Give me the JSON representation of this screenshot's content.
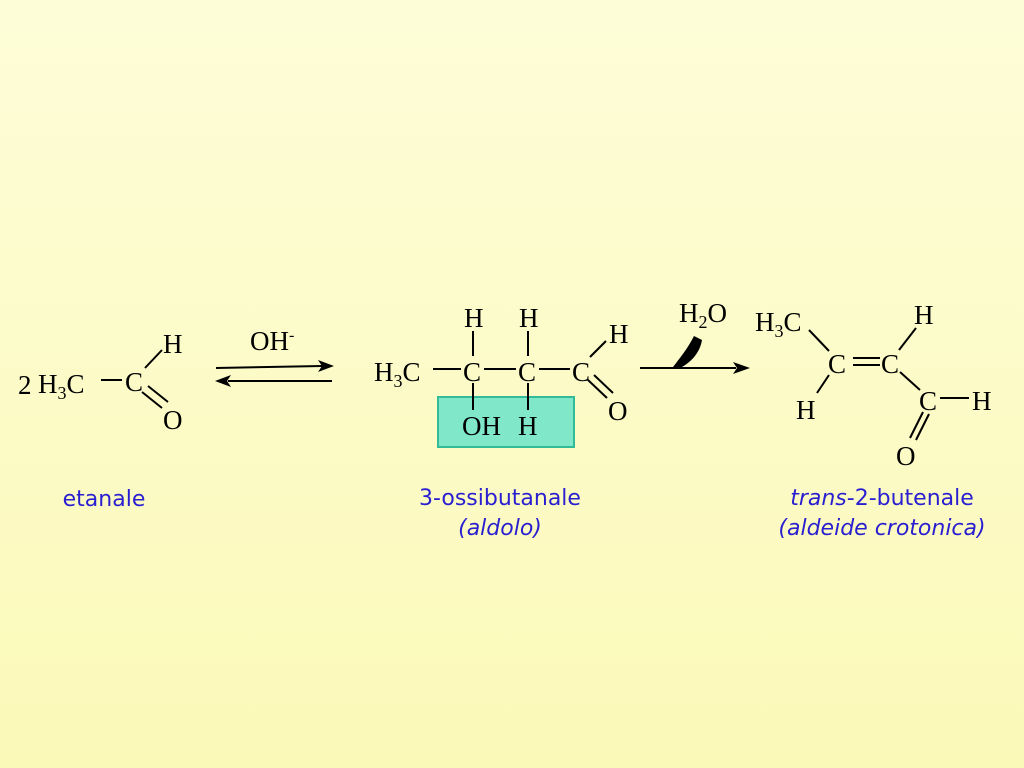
{
  "reactant": {
    "coefficient": "2",
    "methyl": [
      "H",
      "3",
      "C"
    ],
    "carbon": "C",
    "hydrogen": "H",
    "oxygen": "O",
    "name": "etanale"
  },
  "catalyst": [
    "OH",
    "-"
  ],
  "aldol": {
    "methyl": [
      "H",
      "3",
      "C"
    ],
    "carbon": "C",
    "hydrogen": "H",
    "oxygen": "O",
    "hydroxyl": "OH",
    "name": "3-ossibutanale",
    "alt_name": "(aldolo)"
  },
  "elimination": [
    "H",
    "2",
    "O"
  ],
  "product": {
    "methyl": [
      "H",
      "3",
      "C"
    ],
    "carbon": "C",
    "hydrogen": "H",
    "oxygen": "O",
    "name_prefix": "trans",
    "name_suffix": "-2-butenale",
    "alt_name": "(aldeide crotonica)"
  },
  "colors": {
    "highlight_fill": "#80e8c8",
    "highlight_stroke": "#33bb99",
    "caption": "#2a1fd0"
  }
}
